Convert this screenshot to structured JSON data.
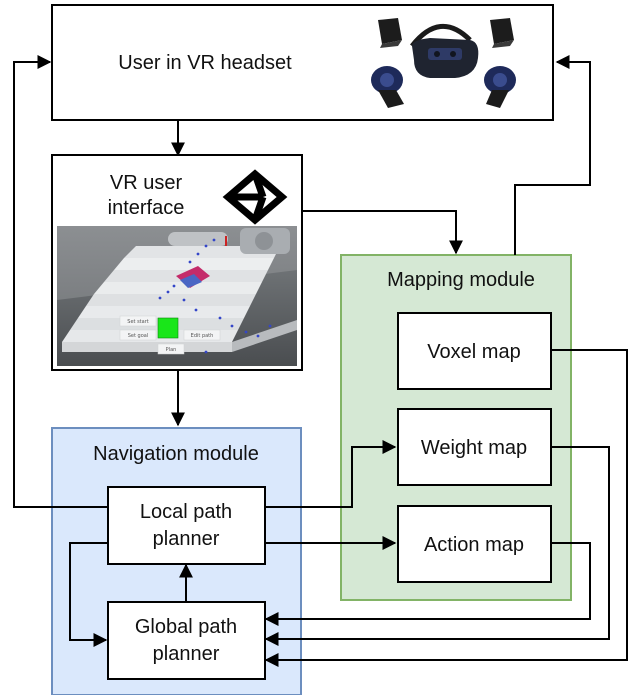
{
  "nodes": {
    "user_vr": {
      "label": "User in VR headset"
    },
    "vr_ui": {
      "label_line1": "VR user",
      "label_line2": "interface"
    },
    "mapping_module": {
      "label": "Mapping module"
    },
    "voxel_map": {
      "label": "Voxel map"
    },
    "weight_map": {
      "label": "Weight map"
    },
    "action_map": {
      "label": "Action map"
    },
    "navigation_module": {
      "label": "Navigation module"
    },
    "local_planner": {
      "label_line1": "Local path",
      "label_line2": "planner"
    },
    "global_planner": {
      "label_line1": "Global path",
      "label_line2": "planner"
    }
  },
  "vr_ui_screenshot": {
    "buttons": [
      "Set start",
      "Set goal",
      "Edit path",
      "Plan"
    ]
  },
  "colors": {
    "mapping_fill": "#d5e8d4",
    "mapping_stroke": "#82b366",
    "navigation_fill": "#dae8fc",
    "navigation_stroke": "#6c8ebf",
    "box_stroke": "#000000"
  },
  "edges": [
    {
      "from": "user_vr",
      "to": "vr_ui"
    },
    {
      "from": "vr_ui",
      "to": "navigation_module"
    },
    {
      "from": "vr_ui",
      "to": "mapping_module"
    },
    {
      "from": "mapping_module",
      "to": "user_vr"
    },
    {
      "from": "local_planner",
      "to": "user_vr"
    },
    {
      "from": "local_planner",
      "to": "weight_map"
    },
    {
      "from": "local_planner",
      "to": "action_map"
    },
    {
      "from": "local_planner",
      "to": "global_planner"
    },
    {
      "from": "global_planner",
      "to": "local_planner"
    },
    {
      "from": "voxel_map",
      "to": "global_planner"
    },
    {
      "from": "weight_map",
      "to": "global_planner"
    },
    {
      "from": "action_map",
      "to": "global_planner"
    }
  ]
}
